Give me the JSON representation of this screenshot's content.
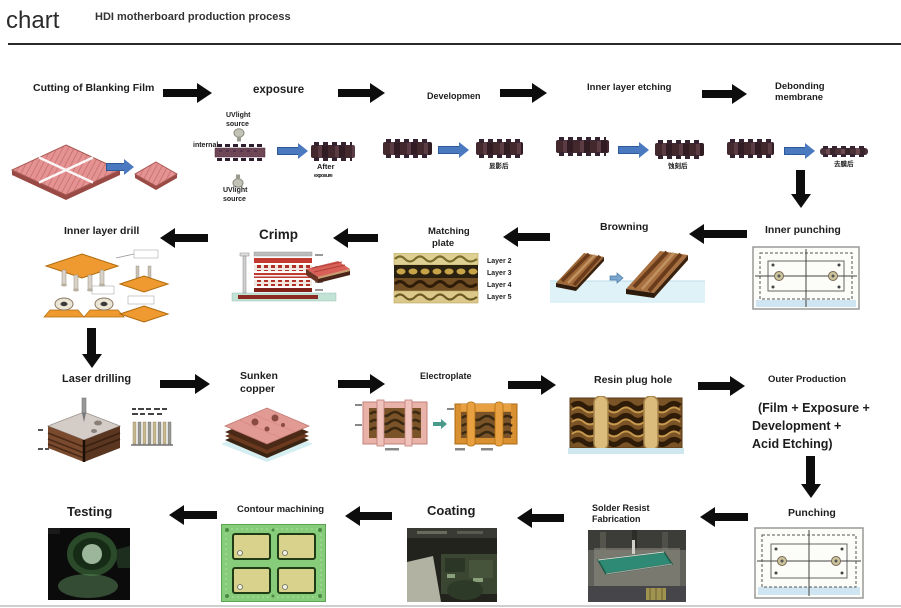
{
  "header": {
    "logo": "chart",
    "title": "HDI motherboard production process"
  },
  "flow": {
    "row1": {
      "cutting": "Cutting of Blanking Film",
      "exposure": "exposure",
      "uv_top_line1": "UVlight",
      "uv_top_line2": "source",
      "internal": "internal",
      "uv_bottom_line1": "UVlight",
      "uv_bottom_line2": "source",
      "after": "After",
      "after_note": "exposure",
      "development": "Developmen",
      "development_note": "显影后",
      "inner_etching": "Inner layer etching",
      "etching_note": "蚀刻后",
      "debonding_line1": "Debonding",
      "debonding_line2": "membrane",
      "debonding_note": "去膜后"
    },
    "row2": {
      "inner_punching": "Inner punching",
      "browning": "Browning",
      "matching_line1": "Matching",
      "matching_line2": "plate",
      "layers": [
        "Layer 2",
        "Layer 3",
        "Layer 4",
        "Layer 5"
      ],
      "crimp": "Crimp",
      "inner_drill": "Inner layer drill"
    },
    "row3": {
      "laser": "Laser drilling",
      "sunken_line1": "Sunken",
      "sunken_line2": "copper",
      "electroplate": "Electroplate",
      "resin": "Resin plug hole",
      "outer": "Outer Production",
      "outer_line1": "(Film + Exposure +",
      "outer_line2": "Development +",
      "outer_line3": "Acid Etching)"
    },
    "row4": {
      "punching": "Punching",
      "solder_line1": "Solder Resist",
      "solder_line2": "Fabrication",
      "coating": "Coating",
      "contour": "Contour machining",
      "testing": "Testing"
    }
  },
  "icons": {
    "flow_arrow": "solid-black-arrow",
    "step_arrow": "blue-arrow",
    "uv_lamp": "uv-lamp-bulb"
  },
  "colors": {
    "arrow_black": "#0d0d0d",
    "arrow_blue": "#4a79c0",
    "copper_pink": "#e59292",
    "wood_brown": "#a06836",
    "pcb_green": "#86cc7a",
    "resin_tan": "#dcbc7c",
    "orange_board": "#ef9a30"
  }
}
